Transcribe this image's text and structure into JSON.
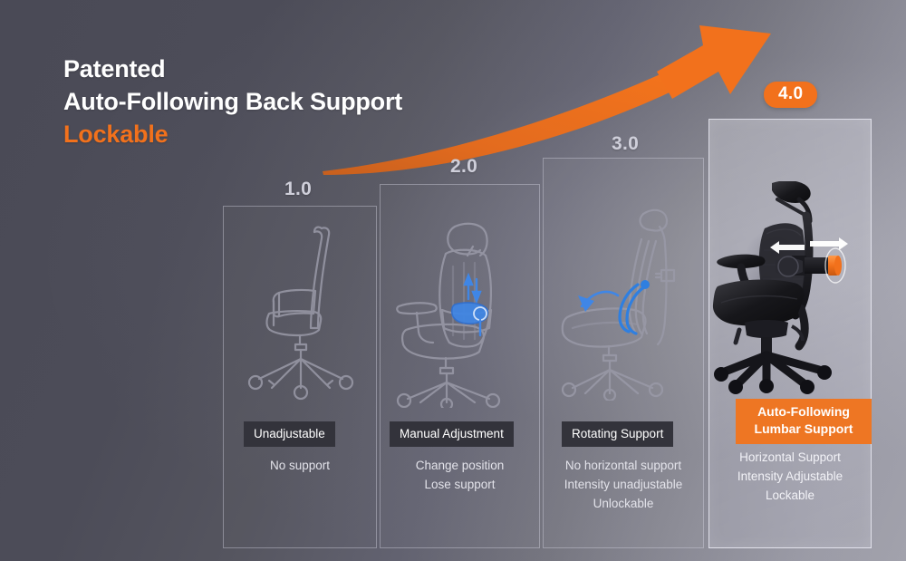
{
  "headline": {
    "line1": "Patented",
    "line2": "Auto-Following Back Support",
    "line3": "Lockable"
  },
  "colors": {
    "accent_orange": "#F2711C",
    "chip_dark": "#33333b",
    "highlight_blue": "#2f7fe0",
    "background_dark": "#4b4b57",
    "background_light": "#a2a2ac"
  },
  "arrow": {
    "name": "growth-arrow",
    "direction": "up-right"
  },
  "stages": [
    {
      "version": "1.0",
      "chip": "Unadjustable",
      "description": [
        "No support"
      ],
      "chair": "line-art-chair-no-lumbar",
      "highlighted": false
    },
    {
      "version": "2.0",
      "chip": "Manual Adjustment",
      "description": [
        "Change position",
        "Lose support"
      ],
      "chair": "line-art-chair-manual-lumbar",
      "highlighted": false
    },
    {
      "version": "3.0",
      "chip": "Rotating Support",
      "description": [
        "No horizontal support",
        "Intensity unadjustable",
        "Unlockable"
      ],
      "chair": "line-art-chair-rotating-lumbar",
      "highlighted": false
    },
    {
      "version": "4.0",
      "chip": "Auto-Following\nLumbar Support",
      "description": [
        "Horizontal Support",
        "Intensity Adjustable",
        "Lockable"
      ],
      "chair": "photo-chair-auto-following-lumbar",
      "highlighted": true
    }
  ]
}
